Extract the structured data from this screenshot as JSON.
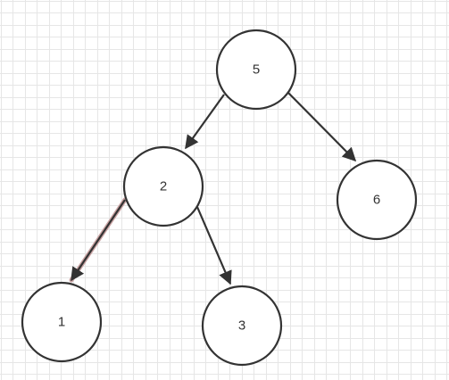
{
  "diagram": {
    "type": "binary-tree",
    "nodes": [
      {
        "id": "n5",
        "label": "5"
      },
      {
        "id": "n2",
        "label": "2"
      },
      {
        "id": "n6",
        "label": "6"
      },
      {
        "id": "n1",
        "label": "1"
      },
      {
        "id": "n3",
        "label": "3"
      }
    ],
    "edges": [
      {
        "from": "n5",
        "to": "n2"
      },
      {
        "from": "n5",
        "to": "n6"
      },
      {
        "from": "n2",
        "to": "n1",
        "highlight": true
      },
      {
        "from": "n2",
        "to": "n3"
      }
    ]
  },
  "colors": {
    "stroke": "#333333",
    "grid": "#e6e6e6",
    "highlight_edge": "#c9a3a3",
    "background": "#ffffff"
  }
}
